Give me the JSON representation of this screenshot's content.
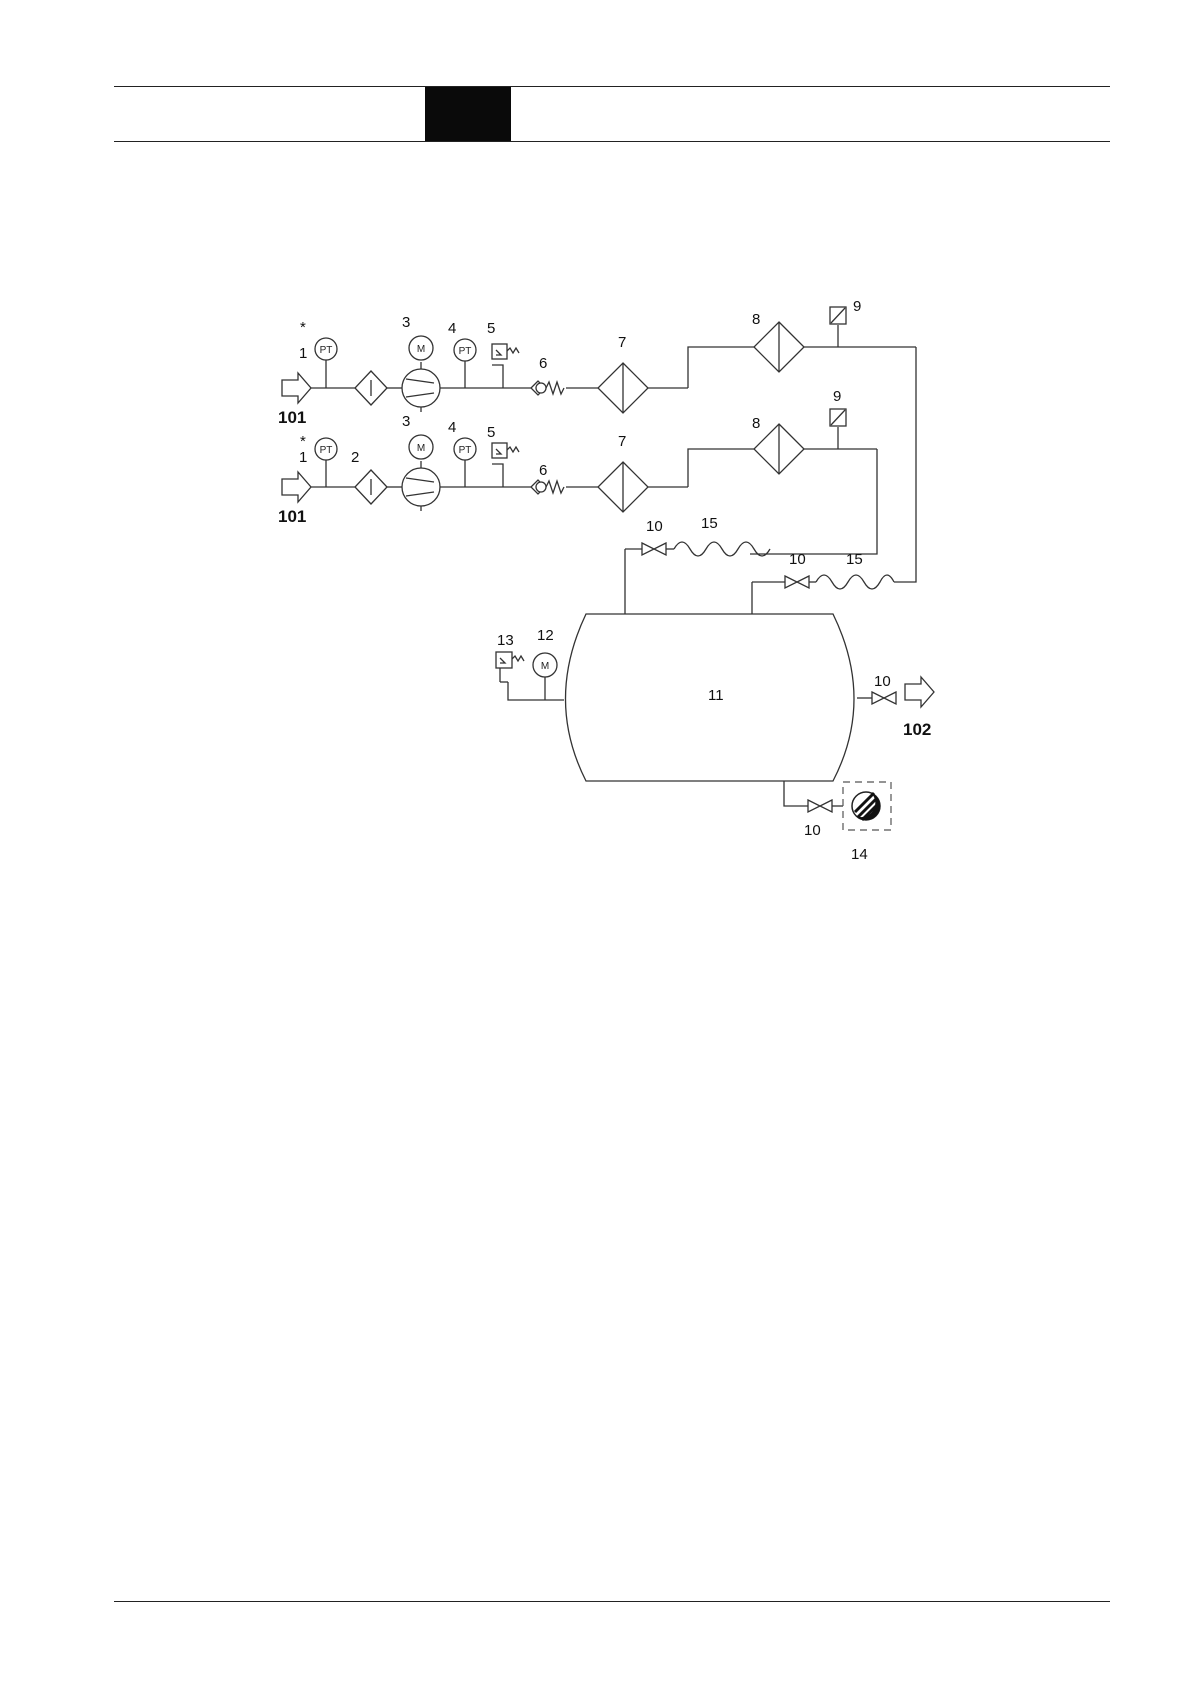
{
  "header": {
    "left_text": "",
    "right_text": ""
  },
  "diagram": {
    "inlet_label": "101",
    "outlet_label": "102",
    "pt_symbol": "PT",
    "motor_symbol": "M",
    "star_symbol": "*",
    "labels": {
      "l1": "1",
      "l2": "2",
      "l3": "3",
      "l4": "4",
      "l5": "5",
      "l6": "6",
      "l7": "7",
      "l8": "8",
      "l9": "9",
      "l10": "10",
      "l11": "11",
      "l12": "12",
      "l13": "13",
      "l14": "14",
      "l15": "15"
    }
  }
}
